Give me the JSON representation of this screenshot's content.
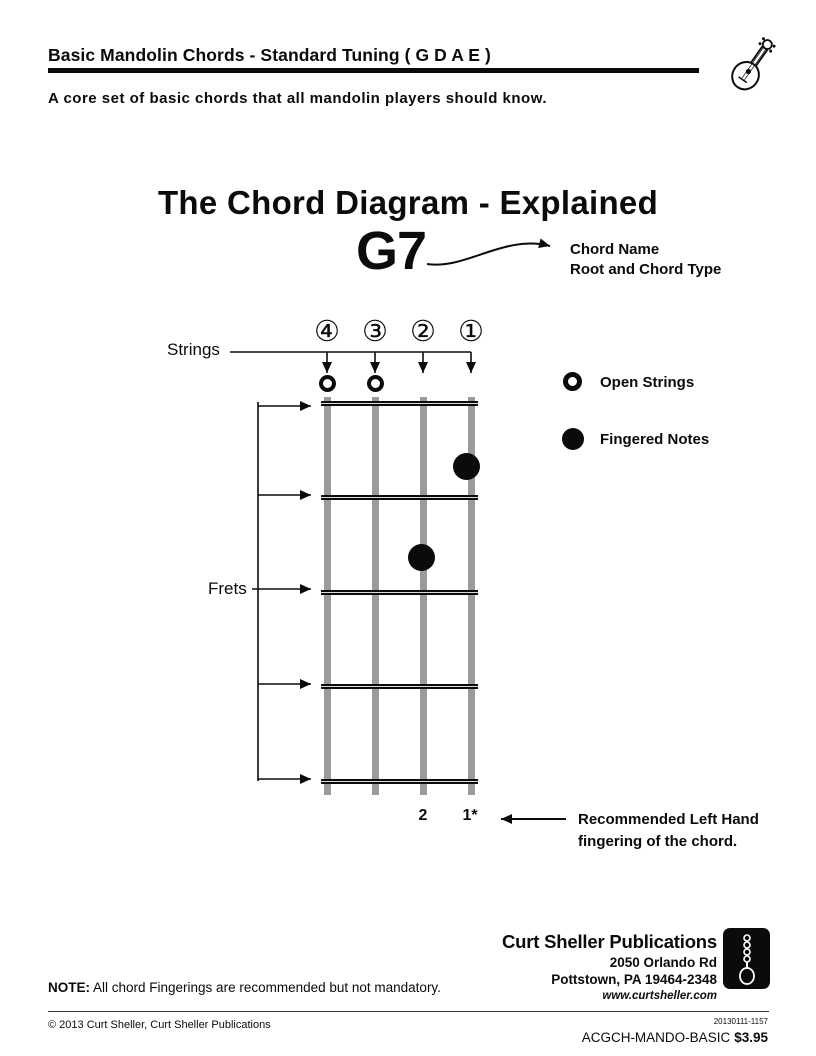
{
  "page": {
    "title": "Basic Mandolin Chords  - Standard Tuning ( G D A E )",
    "subtitle": "A core set of basic chords that all mandolin players should know."
  },
  "explain": {
    "title": "The Chord Diagram - Explained",
    "chord_name": "G7",
    "chord_caption_line1": "Chord Name",
    "chord_caption_line2": "Root and Chord Type",
    "strings_label": "Strings",
    "frets_label": "Frets",
    "string_numbers": [
      "④",
      "③",
      "②",
      "①"
    ],
    "legend_open": "Open Strings",
    "legend_fingered": "Fingered Notes",
    "fingering_labels": [
      "2",
      "1*"
    ],
    "fingering_caption_line1": "Recommended Left Hand",
    "fingering_caption_line2": "fingering of the chord.",
    "diagram": {
      "strings": 4,
      "fret_lines": 5,
      "open_strings": [
        4,
        3
      ],
      "fingered_notes": [
        {
          "string": 2,
          "fret": 2,
          "finger": "2"
        },
        {
          "string": 1,
          "fret": 1,
          "finger": "1*"
        }
      ]
    }
  },
  "footer": {
    "publisher": "Curt Sheller Publications",
    "address_line1": "2050 Orlando Rd",
    "address_line2": "Pottstown, PA 19464-2348",
    "website": "www.curtsheller.com",
    "note_label": "NOTE:",
    "note_text": " All chord Fingerings are recommended but not mandatory.",
    "copyright": "© 2013 Curt Sheller, Curt Sheller Publications",
    "doc_number": "20130111-1157",
    "sku": "ACGCH-MANDO-BASIC",
    "price": "$3.95"
  }
}
